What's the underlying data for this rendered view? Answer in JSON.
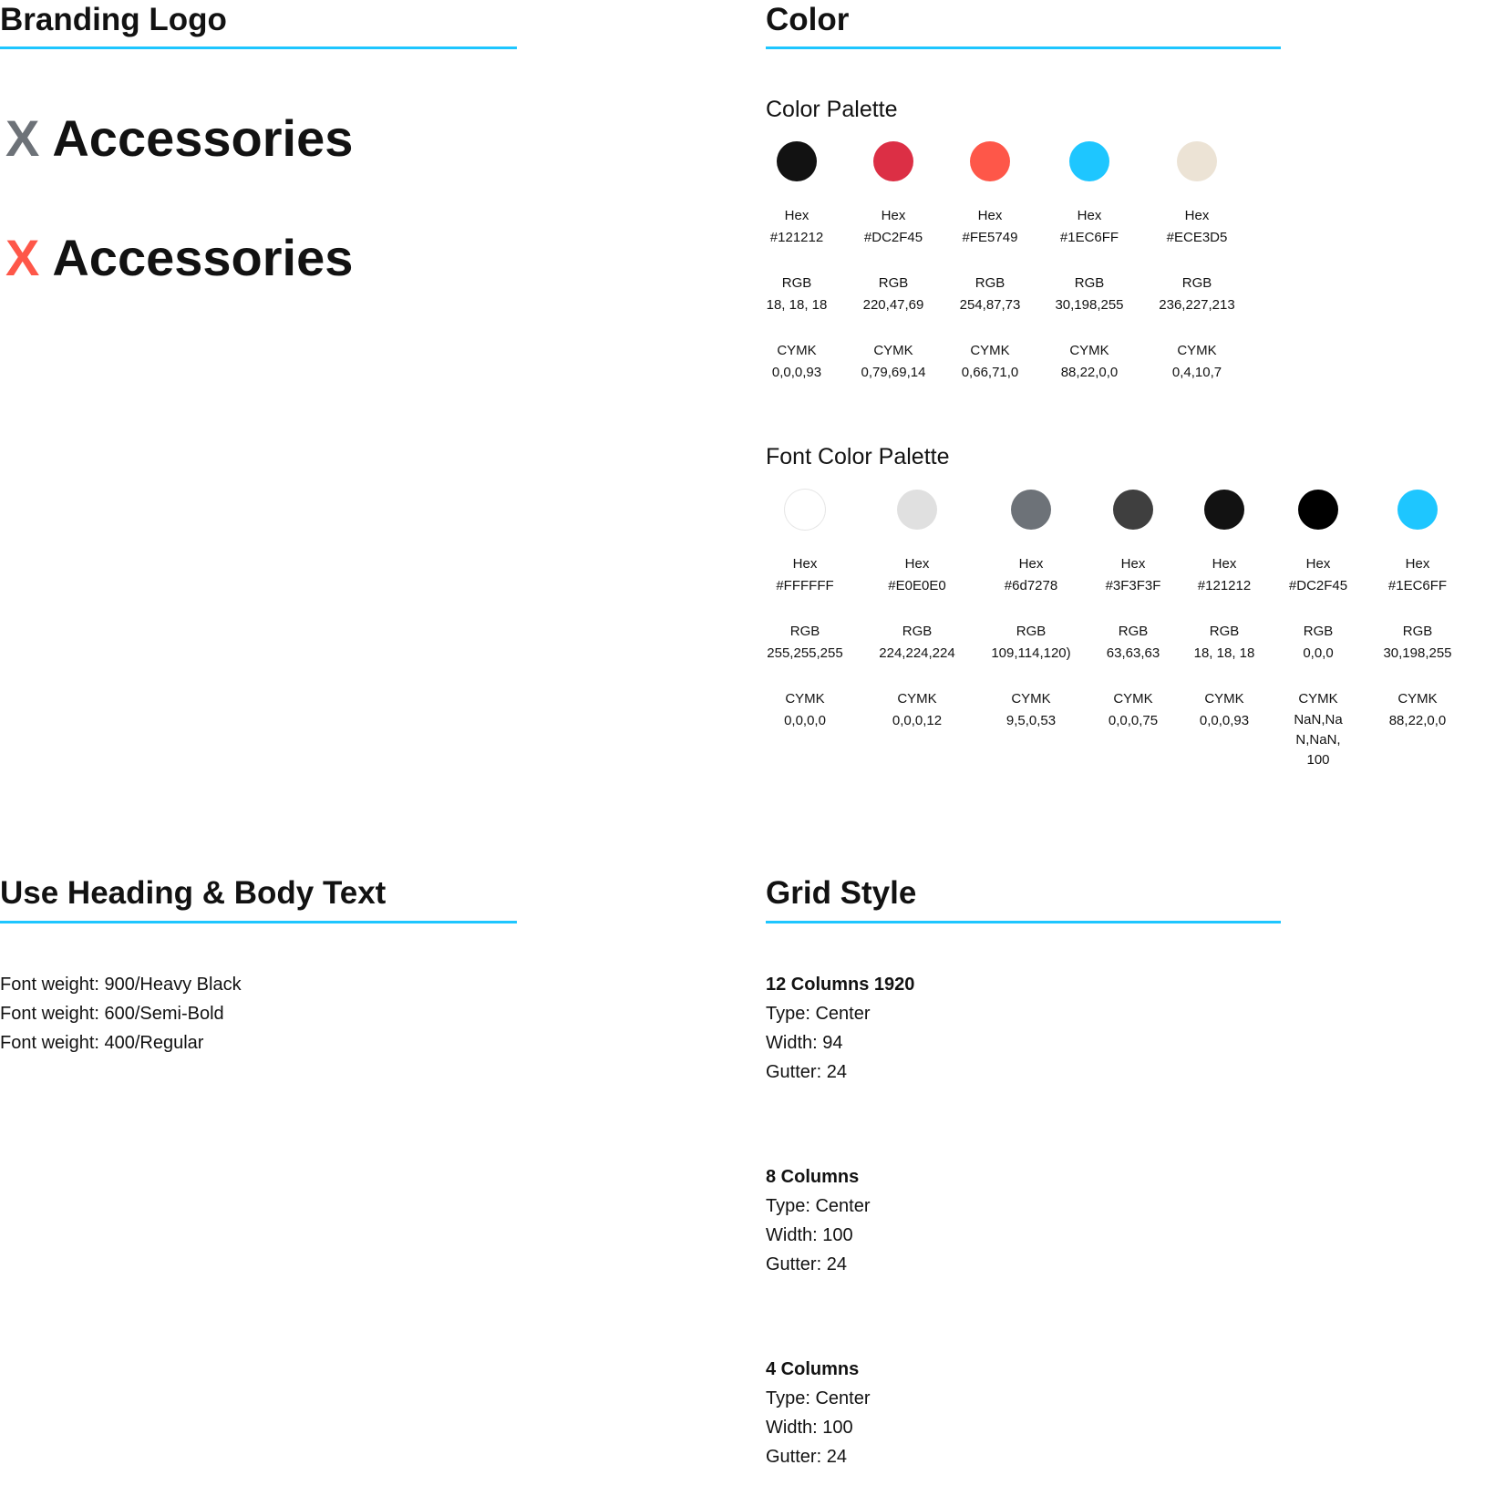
{
  "branding": {
    "title": "Branding Logo",
    "logos": [
      {
        "mark": "X",
        "mark_color": "#6d7278",
        "name": "Accessories"
      },
      {
        "mark": "X",
        "mark_color": "#FE5749",
        "name": "Accessories"
      }
    ]
  },
  "color": {
    "title": "Color",
    "palette": {
      "title": "Color Palette",
      "swatches": [
        {
          "color": "#121212",
          "hex_label": "Hex",
          "hex": "#121212",
          "rgb_label": "RGB",
          "rgb": "18, 18, 18",
          "cymk_label": "CYMK",
          "cymk": "0,0,0,93"
        },
        {
          "color": "#DC2F45",
          "hex_label": "Hex",
          "hex": "#DC2F45",
          "rgb_label": "RGB",
          "rgb": "220,47,69",
          "cymk_label": "CYMK",
          "cymk": "0,79,69,14"
        },
        {
          "color": "#FE5749",
          "hex_label": "Hex",
          "hex": "#FE5749",
          "rgb_label": "RGB",
          "rgb": "254,87,73",
          "cymk_label": "CYMK",
          "cymk": "0,66,71,0"
        },
        {
          "color": "#1EC6FF",
          "hex_label": "Hex",
          "hex": "#1EC6FF",
          "rgb_label": "RGB",
          "rgb": "30,198,255",
          "cymk_label": "CYMK",
          "cymk": "88,22,0,0"
        },
        {
          "color": "#ECE3D5",
          "hex_label": "Hex",
          "hex": "#ECE3D5",
          "rgb_label": "RGB",
          "rgb": "236,227,213",
          "cymk_label": "CYMK",
          "cymk": "0,4,10,7"
        }
      ]
    },
    "font_palette": {
      "title": "Font Color Palette",
      "swatches": [
        {
          "color": "#FFFFFF",
          "hex_label": "Hex",
          "hex": "#FFFFFF",
          "rgb_label": "RGB",
          "rgb": "255,255,255",
          "cymk_label": "CYMK",
          "cymk": "0,0,0,0"
        },
        {
          "color": "#E0E0E0",
          "hex_label": "Hex",
          "hex": "#E0E0E0",
          "rgb_label": "RGB",
          "rgb": "224,224,224",
          "cymk_label": "CYMK",
          "cymk": "0,0,0,12"
        },
        {
          "color": "#6d7278",
          "hex_label": "Hex",
          "hex": "#6d7278",
          "rgb_label": "RGB",
          "rgb": "109,114,120)",
          "cymk_label": "CYMK",
          "cymk": "9,5,0,53"
        },
        {
          "color": "#3F3F3F",
          "hex_label": "Hex",
          "hex": "#3F3F3F",
          "rgb_label": "RGB",
          "rgb": "63,63,63",
          "cymk_label": "CYMK",
          "cymk": "0,0,0,75"
        },
        {
          "color": "#121212",
          "hex_label": "Hex",
          "hex": "#121212",
          "rgb_label": "RGB",
          "rgb": "18, 18, 18",
          "cymk_label": "CYMK",
          "cymk": "0,0,0,93"
        },
        {
          "color": "#000000",
          "hex_label": "Hex",
          "hex": "#DC2F45",
          "rgb_label": "RGB",
          "rgb": "0,0,0",
          "cymk_label": "CYMK",
          "cymk": "NaN,NaN,NaN, 100"
        },
        {
          "color": "#1EC6FF",
          "hex_label": "Hex",
          "hex": "#1EC6FF",
          "rgb_label": "RGB",
          "rgb": "30,198,255",
          "cymk_label": "CYMK",
          "cymk": "88,22,0,0"
        }
      ]
    }
  },
  "typography": {
    "title": "Use Heading & Body Text",
    "lines": [
      "Font weight: 900/Heavy Black",
      "Font weight: 600/Semi-Bold",
      "Font weight: 400/Regular"
    ]
  },
  "grid": {
    "title": "Grid Style",
    "blocks": [
      {
        "title": "12 Columns 1920",
        "type": "Type: Center",
        "width": "Width: 94",
        "gutter": "Gutter: 24"
      },
      {
        "title": "8 Columns",
        "type": "Type: Center",
        "width": "Width: 100",
        "gutter": "Gutter: 24"
      },
      {
        "title": "4 Columns",
        "type": "Type: Center",
        "width": "Width: 100",
        "gutter": "Gutter: 24"
      }
    ]
  }
}
